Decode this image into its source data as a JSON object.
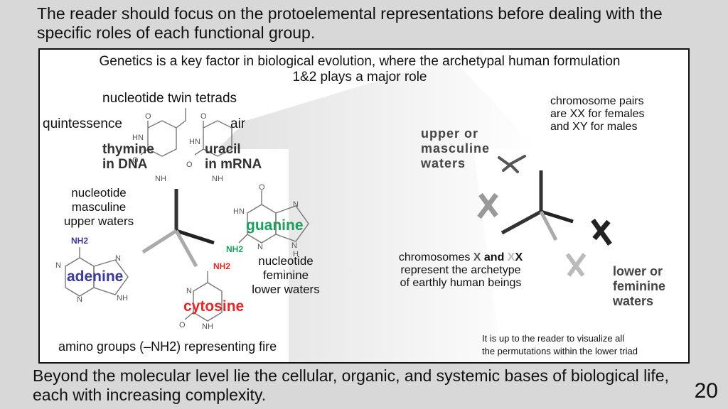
{
  "header_text": "The reader should focus on the protoelemental representations before dealing with the specific roles of each functional group.",
  "footer_text": "Beyond the molecular level lie the cellular, organic, and systemic bases of biological life, each with increasing complexity.",
  "page_number": "20",
  "diagram": {
    "title": "Genetics is a key factor in biological evolution, where the archetypal human formulation 1&2 plays a major role",
    "twin_tetrads": "nucleotide twin tetrads",
    "quintessence": "quintessence",
    "air": "air",
    "thymine": {
      "line1": "thymine",
      "line2": "in DNA"
    },
    "uracil": {
      "line1": "uracil",
      "line2": "in mRNA"
    },
    "masculine_label": {
      "line1": "nucleotide",
      "line2": "masculine",
      "line3": "upper waters"
    },
    "nh2": "NH2",
    "adenine": "adenine",
    "guanine": "guanine",
    "cytosine": "cytosine",
    "feminine_label": {
      "line1": "nucleotide",
      "line2": "feminine",
      "line3": "lower waters"
    },
    "amino_label": "amino groups (–NH2) representing fire",
    "atoms": {
      "O": "O",
      "HN": "HN",
      "NH": "NH",
      "N": "N",
      "H": "H"
    },
    "upper_waters": {
      "line1": "upper  or",
      "line2": "masculine",
      "line3": "waters"
    },
    "chromosome_pairs": {
      "line1": "chromosome pairs",
      "line2": "are XX for females",
      "line3": "and XY for males"
    },
    "chromosomes_text": {
      "prefix": "chromosomes ",
      "x1": "X",
      "and": " and ",
      "x2": "X",
      "x3": "X",
      "line2": "represent the archetype",
      "line3": "of earthly human beings"
    },
    "lower_waters": {
      "line1": "lower  or",
      "line2": "feminine",
      "line3": "waters"
    },
    "reader_note": {
      "line1": "It is up to the reader to visualize all",
      "line2": "the permutations within the lower triad"
    }
  },
  "colors": {
    "adenine": "#3a3a9a",
    "guanine": "#1aa05a",
    "cytosine": "#e02a2a",
    "dark_gray": "#333333",
    "light_gray": "#b0b0b0"
  }
}
